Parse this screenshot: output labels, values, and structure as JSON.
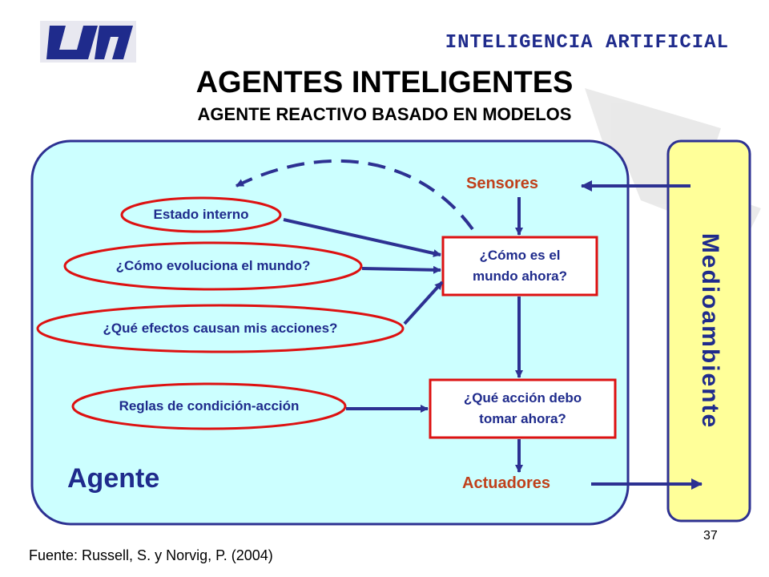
{
  "header": {
    "course": "INTELIGENCIA ARTIFICIAL"
  },
  "slide": {
    "title": "AGENTES INTELIGENTES",
    "subtitle": "AGENTE REACTIVO BASADO EN MODELOS"
  },
  "diagram": {
    "ovals": [
      {
        "label": "Estado interno"
      },
      {
        "label": "¿Cómo evoluciona el mundo?"
      },
      {
        "label": "¿Qué efectos causan mis acciones?"
      },
      {
        "label": "Reglas de condición-acción"
      }
    ],
    "boxes": [
      {
        "line1": "¿Cómo es el",
        "line2": "mundo ahora?"
      },
      {
        "line1": "¿Qué acción debo",
        "line2": "tomar ahora?"
      }
    ],
    "sensors": "Sensores",
    "actuators": "Actuadores",
    "agent": "Agente",
    "environment": "Medioambiente"
  },
  "colors": {
    "agent_fill": "#ccffff",
    "environment_fill": "#ffff99",
    "outline_red": "#dd1111",
    "arrow_navy": "#2d3192",
    "text_navy": "#1f2b8c",
    "io_orange": "#c0401b"
  },
  "footer": {
    "source": "Fuente: Russell, S. y Norvig, P. (2004)",
    "page": "37"
  }
}
